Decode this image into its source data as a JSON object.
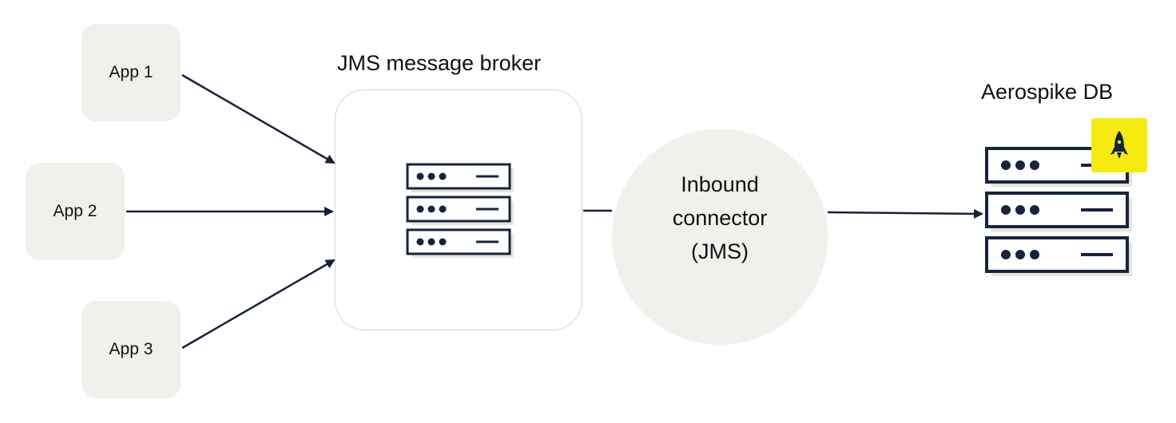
{
  "apps": [
    {
      "label": "App 1"
    },
    {
      "label": "App 2"
    },
    {
      "label": "App 3"
    }
  ],
  "broker": {
    "title": "JMS message broker",
    "icon": "server-rack-icon"
  },
  "connector": {
    "lines": [
      "Inbound",
      "connector",
      "(JMS)"
    ]
  },
  "database": {
    "title": "Aerospike DB",
    "icon": "server-rack-icon",
    "badge_icon": "rocket-icon"
  },
  "colors": {
    "node_fill": "#f1f0ed",
    "arrow": "#14213d",
    "server_stroke": "#17233f",
    "server_fill": "#e8e4db",
    "badge": "#f5ea10"
  }
}
